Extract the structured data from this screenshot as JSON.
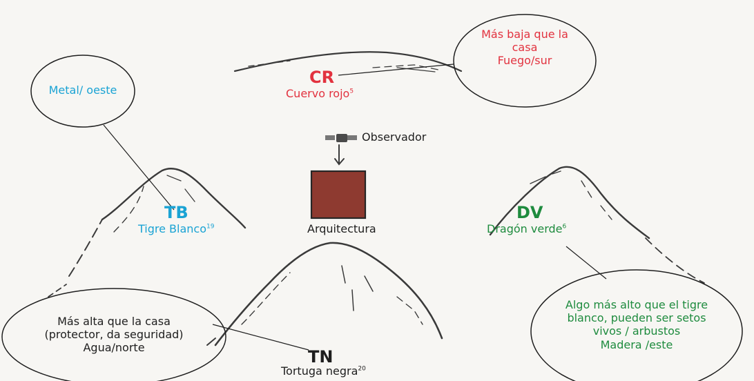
{
  "colors": {
    "red": "#e2323f",
    "blue": "#1aa3d4",
    "green": "#1e8b3e",
    "black": "#1e1e1e",
    "house": "#8e3a30"
  },
  "cr": {
    "abbr": "CR",
    "name": "Cuervo rojo",
    "note": "5"
  },
  "tb": {
    "abbr": "TB",
    "name": "Tigre Blanco",
    "note": "19"
  },
  "dv": {
    "abbr": "DV",
    "name": "Dragón verde",
    "note": "6"
  },
  "tn": {
    "abbr": "TN",
    "name": "Tortuga negra",
    "note": "20"
  },
  "observer": {
    "label": "Observador"
  },
  "architecture": {
    "label": "Arquitectura"
  },
  "callouts": {
    "cr": {
      "lines": [
        "Más baja que la",
        "casa",
        "Fuego/sur"
      ]
    },
    "tb": {
      "lines": [
        "Metal/ oeste"
      ]
    },
    "dv": {
      "lines": [
        "Algo más alto que el tigre",
        "blanco, pueden ser setos",
        "vivos / arbustos",
        "Madera /este"
      ]
    },
    "tn": {
      "lines": [
        "Más alta que la casa",
        "(protector, da seguridad)",
        "Agua/norte"
      ]
    }
  }
}
